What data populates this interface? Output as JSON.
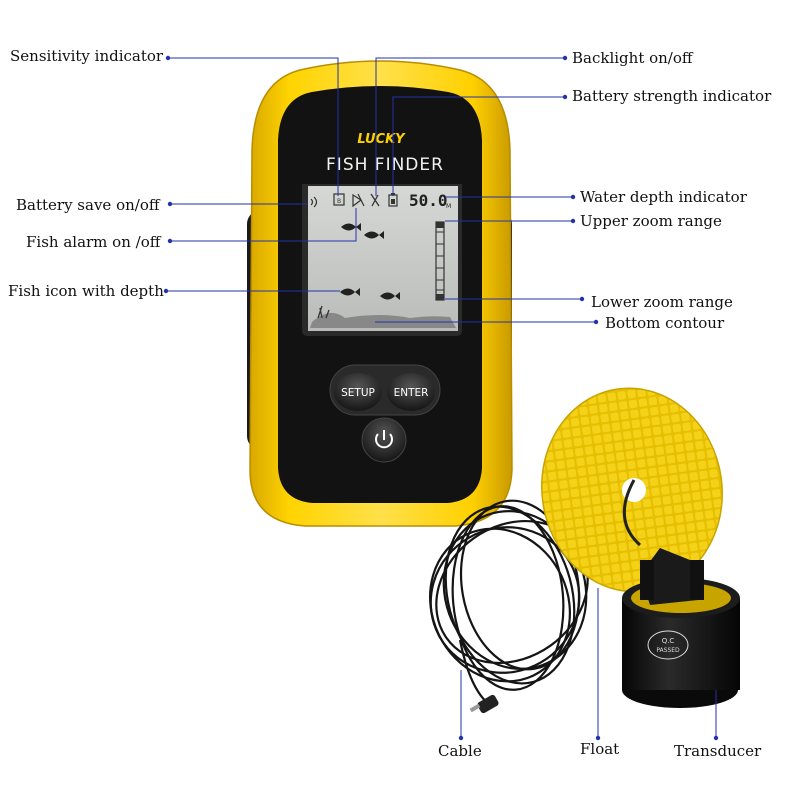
{
  "colors": {
    "body_yellow": "#ffd100",
    "bezel": "#111111",
    "lcd": "#c9cbc9",
    "pointer_line": "#2233aa",
    "float_yellow": "#e8c200",
    "cable": "#151515"
  },
  "device": {
    "brand": "LUCKY",
    "product": "FISH FINDER",
    "depth_reading": "50.0",
    "depth_unit": "M",
    "setup_label": "SETUP",
    "enter_label": "ENTER",
    "power_icon": "power-icon"
  },
  "transducer": {
    "badge_line1": "Q.C",
    "badge_line2": "PASSED"
  },
  "callouts": {
    "sensitivity": "Sensitivity indicator",
    "backlight": "Backlight on/off",
    "battery_strength": "Battery strength indicator",
    "battery_save": "Battery save on/off",
    "water_depth": "Water depth indicator",
    "upper_zoom": "Upper zoom range",
    "fish_alarm": "Fish alarm on /off",
    "fish_icon": "Fish icon with depth",
    "lower_zoom": "Lower zoom range",
    "bottom_contour": "Bottom contour",
    "cable": "Cable",
    "float": "Float",
    "transducer": "Transducer"
  }
}
